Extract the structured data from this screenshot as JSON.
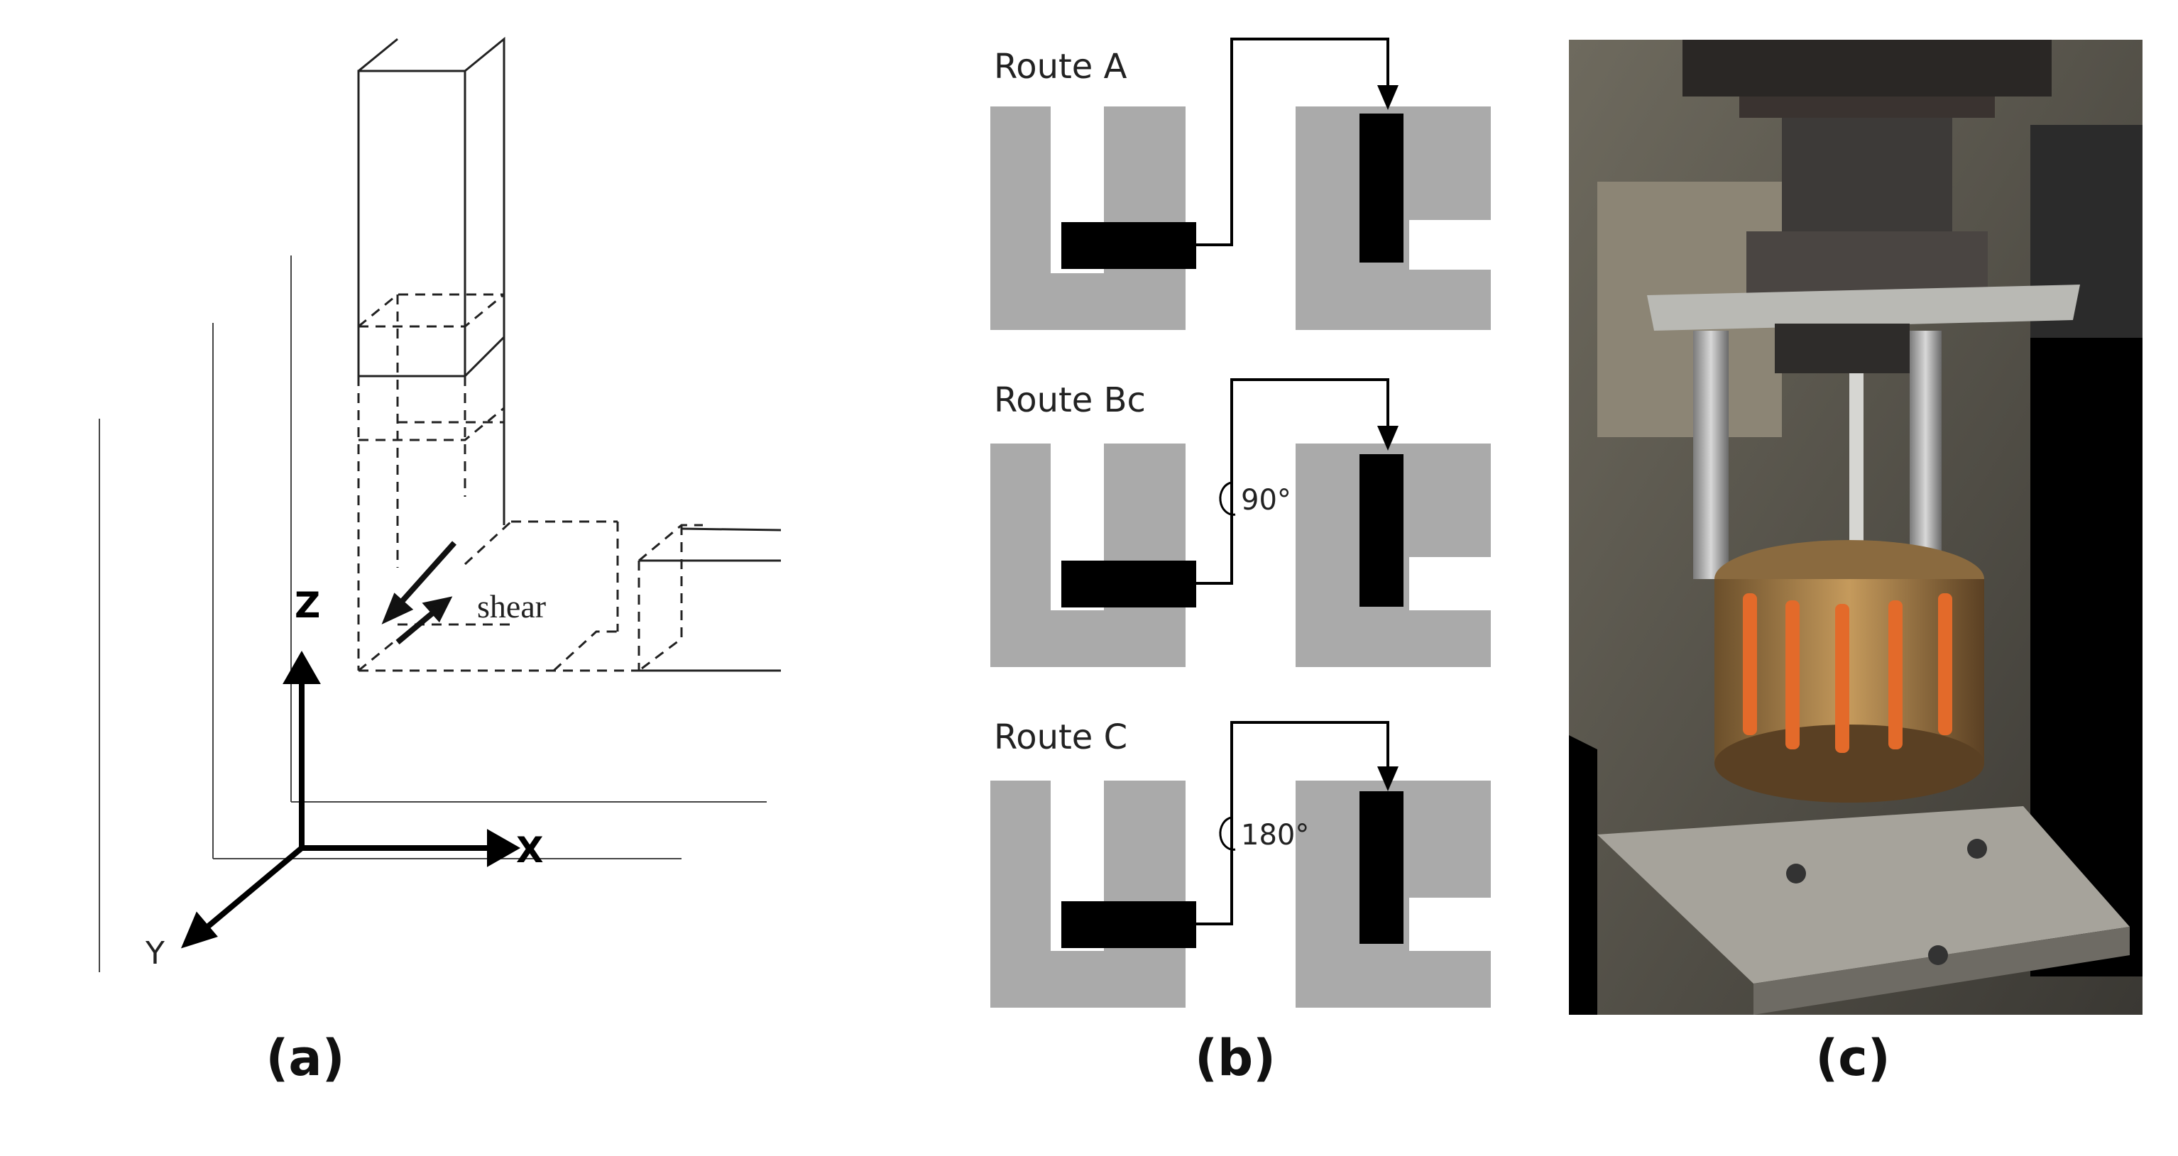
{
  "panel_a": {
    "axis_z": "Z",
    "axis_x": "X",
    "axis_y": "Y",
    "shear_label": "shear",
    "caption": "(a)"
  },
  "panel_b": {
    "routes": [
      {
        "label": "Route A",
        "rotation": ""
      },
      {
        "label": "Route Bc",
        "rotation": "90°"
      },
      {
        "label": "Route C",
        "rotation": "180°"
      }
    ],
    "caption": "(b)",
    "colors": {
      "die": "#aaaaaa",
      "billet": "#000000"
    }
  },
  "panel_c": {
    "caption": "(c)",
    "photo_description_icon": "ecap-press-photo"
  }
}
